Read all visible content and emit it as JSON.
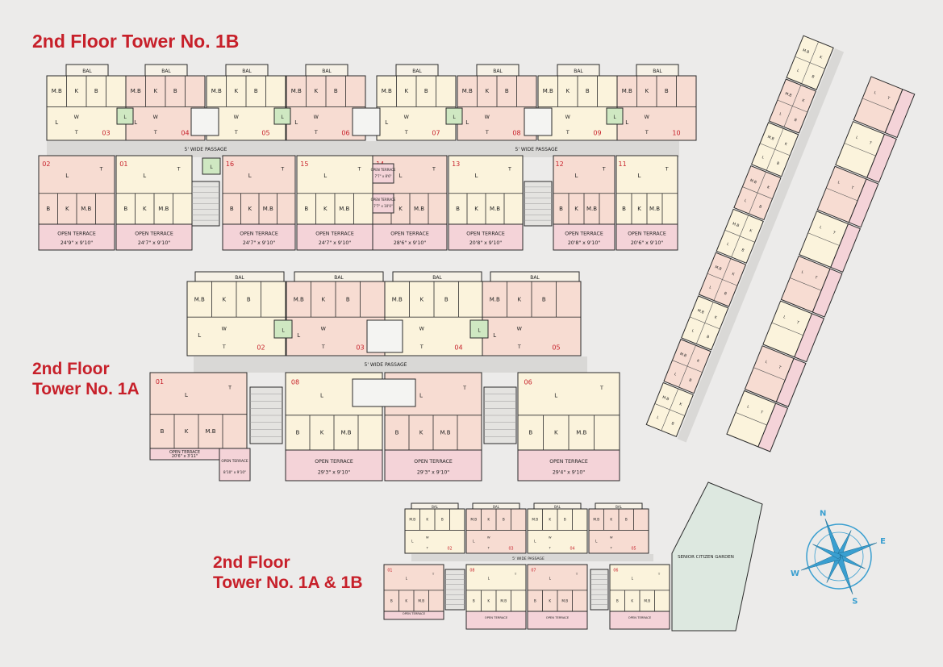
{
  "titles": {
    "tower_1b": "2nd  Floor Tower No. 1B",
    "tower_1a_line1": "2nd  Floor",
    "tower_1a_line2": "Tower No. 1A",
    "combined_line1": "2nd  Floor",
    "combined_line2": "Tower No. 1A & 1B"
  },
  "labels": {
    "passage": "5' WIDE PASSAGE",
    "bal": "BAL",
    "open_terrace": "OPEN TERRACE",
    "garden": "SENIOR CITIZEN GARDEN",
    "rooms": {
      "mb": "M.B",
      "k": "K",
      "b": "B",
      "l": "L",
      "w": "W",
      "t": "T"
    }
  },
  "tower_1b": {
    "top_units": [
      "03",
      "04",
      "05",
      "06",
      "07",
      "08",
      "09",
      "10"
    ],
    "bottom_units": [
      "02",
      "01",
      "16",
      "15",
      "14",
      "13",
      "12",
      "11"
    ],
    "terraces": [
      "24'9\" x 9'10\"",
      "24'7\" x 9'10\"",
      "24'7\" x 9'10\"",
      "24'7\" x 9'10\"",
      "28'6\" x 9'10\"",
      "20'8\" x 9'10\"",
      "20'8\" x 9'10\"",
      "20'6\" x 9'10\""
    ],
    "small_terrace_a": "7'7\" x 8'6\"",
    "small_terrace_b": "7'7\" x 10'0\""
  },
  "tower_1a": {
    "top_units": [
      "02",
      "03",
      "04",
      "05"
    ],
    "bottom_units": [
      "01",
      "08",
      "07",
      "06"
    ],
    "terraces": [
      "20'6\" x 3'11\"",
      "8'10\" x 9'10\"",
      "29'3\" x 9'10\"",
      "29'3\" x 9'10\"",
      "29'4\" x 9'10\""
    ]
  },
  "compass": {
    "n": "N",
    "s": "S",
    "e": "E",
    "w": "W"
  },
  "colors": {
    "title_red": "#c7202a",
    "unit_cream": "#fbf3dc",
    "unit_pink": "#f7dcd2",
    "terrace_pink": "#f4d3d8",
    "lift_green": "#cfe8c2",
    "passage_grey": "#d9d8d6",
    "compass_blue": "#3a9fd0"
  }
}
